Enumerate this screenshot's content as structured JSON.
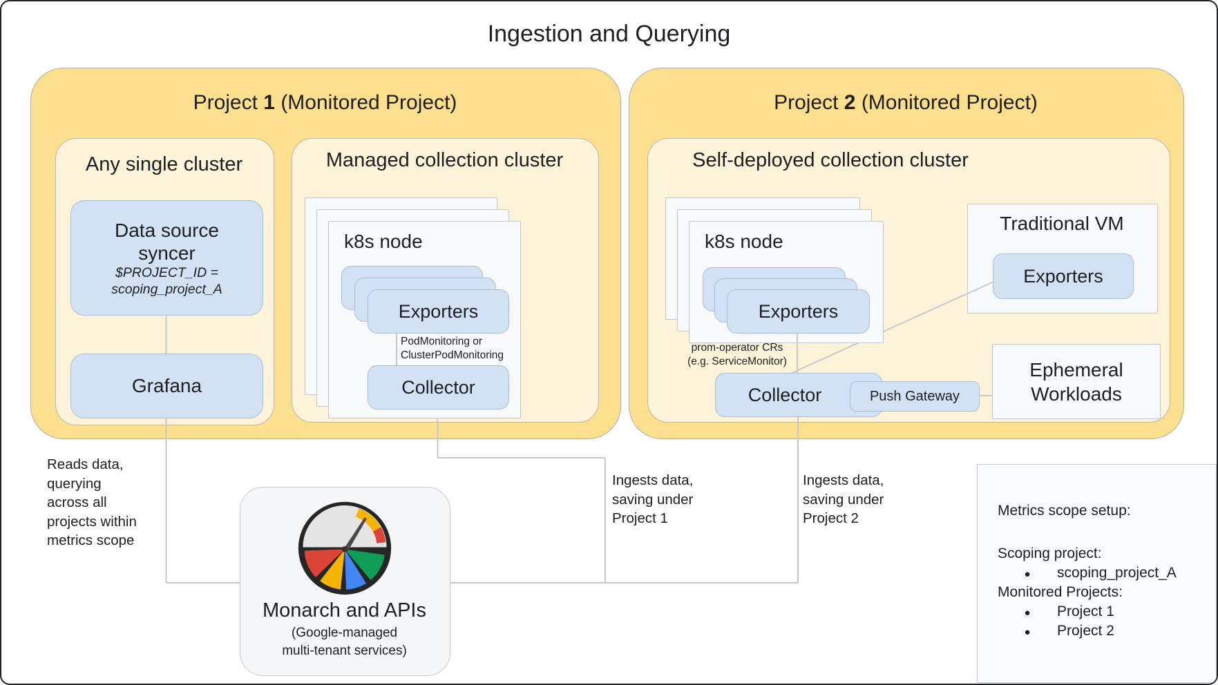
{
  "title": "Ingestion and Querying",
  "project1": {
    "header": {
      "prefix": "Project ",
      "number": "1",
      "suffix": " (Monitored Project)"
    },
    "any_single_cluster": {
      "title": "Any single cluster",
      "data_source_syncer": {
        "label": "Data source\nsyncer",
        "detail": "$PROJECT_ID =\nscoping_project_A"
      },
      "grafana_label": "Grafana"
    },
    "managed_cluster": {
      "title": "Managed collection cluster",
      "k8s_node_label": "k8s node",
      "exporters_label": "Exporters",
      "monitoring_note": "PodMonitoring or\nClusterPodMonitoring",
      "collector_label": "Collector"
    }
  },
  "project2": {
    "header": {
      "prefix": "Project ",
      "number": "2",
      "suffix": " (Monitored Project)"
    },
    "self_deployed_cluster": {
      "title": "Self-deployed collection cluster",
      "k8s_node_label": "k8s node",
      "exporters_label": "Exporters",
      "operator_note": "prom-operator CRs\n(e.g. ServiceMonitor)",
      "collector_label": "Collector",
      "push_gateway_label": "Push Gateway",
      "traditional_vm": {
        "title": "Traditional VM",
        "exporters_label": "Exporters"
      },
      "ephemeral_workloads_label": "Ephemeral\nWorkloads"
    }
  },
  "monarch": {
    "title": "Monarch and APIs",
    "subtitle": "(Google-managed\nmulti-tenant services)",
    "icon_name": "prometheus-gauge-icon"
  },
  "annotations": {
    "reads_data": "Reads data,\nquerying\nacross all\nprojects within\nmetrics scope",
    "ingests_project1": "Ingests data,\nsaving under\nProject 1",
    "ingests_project2": "Ingests data,\nsaving under\nProject 2"
  },
  "metrics_scope": {
    "title": "Metrics scope setup:",
    "scoping_project_label": "Scoping project:",
    "bullet": "●",
    "scoping_project_value": "scoping_project_A",
    "monitored_projects_label": "Monitored Projects:",
    "monitored_project_1": "Project 1",
    "monitored_project_2": "Project 2"
  },
  "colors": {
    "project_fill": "#FBDF8D",
    "cluster_fill": "#FDF3D8",
    "component_fill": "#D2E2F4",
    "node_fill": "#F8F9FB",
    "connector": "#C6C8CA",
    "icon_red": "#DB4437",
    "icon_yellow": "#F4B400",
    "icon_green": "#0F9D58",
    "icon_blue": "#4285F4"
  }
}
